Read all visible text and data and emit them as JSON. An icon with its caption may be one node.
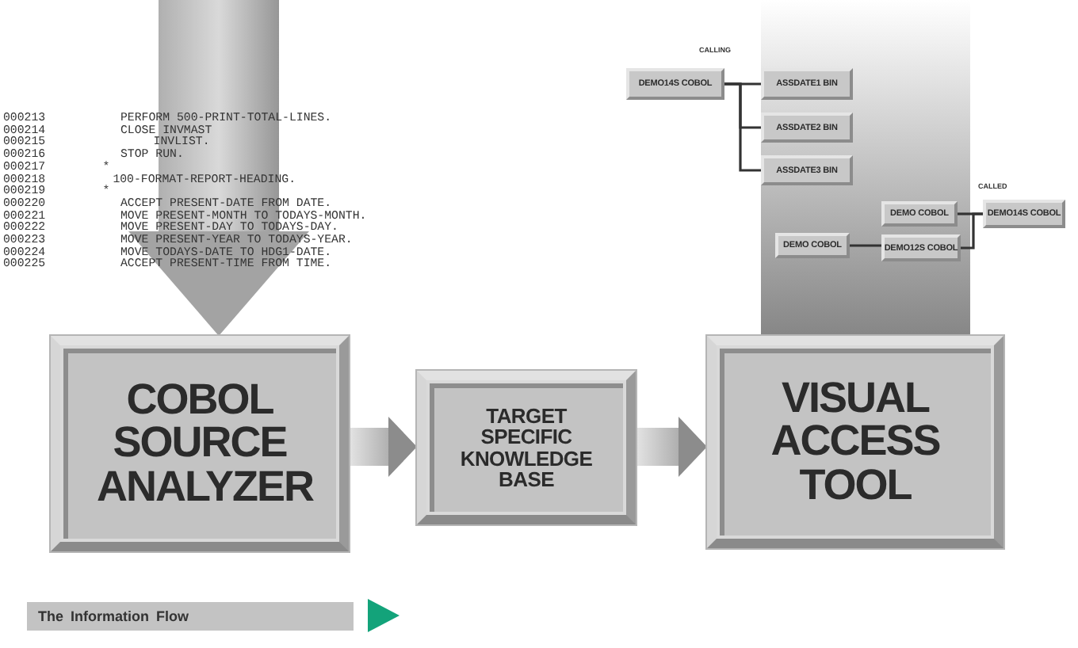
{
  "diagram": {
    "caption": "The Information Flow",
    "nodes": [
      {
        "text": [
          "COBOL SOURCE ANALYZER"
        ]
      },
      {
        "text": [
          "TARGET SPECIFIC KNOWLEDGE BASE"
        ]
      },
      {
        "text": [
          "VISUAL ACCESS TOOL"
        ]
      },
      {
        "text": [
          "DEMO14S COBOL"
        ]
      },
      {
        "text": [
          "ASSDATE1 BIN"
        ]
      },
      {
        "text": [
          "ASSDATE2 BIN"
        ]
      },
      {
        "text": [
          "ASSDATE3 BIN"
        ]
      },
      {
        "text": [
          "DEMO COBOL"
        ]
      },
      {
        "text": [
          "DEMO14S COBOL"
        ]
      },
      {
        "text": [
          "DEMO COBOL"
        ]
      },
      {
        "text": [
          "DEMO12S COBOL"
        ]
      }
    ],
    "edges": [
      {
        "from": null,
        "to": 0,
        "arrow": "to",
        "style": "thick"
      },
      {
        "from": 0,
        "to": 1,
        "arrow": "to",
        "style": "thick"
      },
      {
        "from": 1,
        "to": 2,
        "arrow": "to",
        "style": "thick"
      },
      {
        "from": 3,
        "to": 4,
        "arrow": "none"
      },
      {
        "from": 3,
        "to": 5,
        "arrow": "none"
      },
      {
        "from": 3,
        "to": 6,
        "arrow": "none"
      },
      {
        "from": 7,
        "to": 8,
        "arrow": "none"
      },
      {
        "from": 9,
        "to": 10,
        "arrow": "none"
      },
      {
        "from": 10,
        "to": 8,
        "arrow": "none"
      }
    ],
    "labels": [
      "000213",
      "PERFORM 500-PRINT-TOTAL-LINES.",
      "000214",
      "CLOSE INVMAST",
      "000215",
      "INVLIST.",
      "000216",
      "STOP RUN.",
      "000217",
      "*",
      "000218",
      "100-FORMAT-REPORT-HEADING.",
      "000219",
      "*",
      "000220",
      "ACCEPT PRESENT-DATE FROM DATE.",
      "000221",
      "MOVE PRESENT-MONTH TO TODAYS-MONTH.",
      "000222",
      "MOVE PRESENT-DAY TO TODAYS-DAY.",
      "000223",
      "MOVE PRESENT-YEAR TO TODAYS-YEAR.",
      "000224",
      "MOVE TODAYS-DATE TO HDG1-DATE.",
      "000225",
      "ACCEPT PRESENT-TIME FROM TIME.",
      "CALLING",
      "CALLED"
    ]
  }
}
